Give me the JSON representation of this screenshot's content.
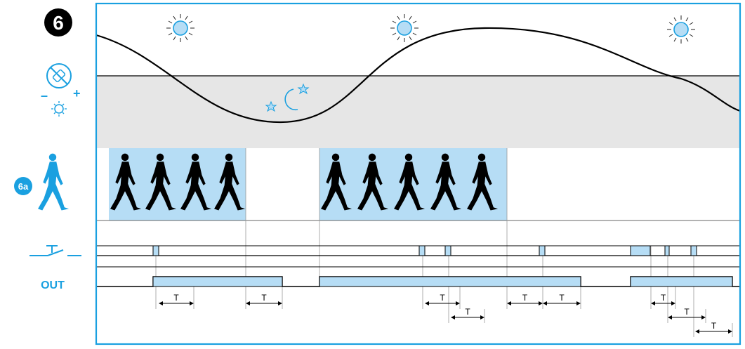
{
  "step_number": "6",
  "sub_step_label": "6a",
  "output_label": "OUT",
  "threshold_minus": "–",
  "threshold_plus": "+",
  "time_label": "T",
  "colors": {
    "frame": "#1aa0e0",
    "accent": "#1aa0e0",
    "light_fill": "#b6ddf5",
    "night_band": "#e6e6e6",
    "line": "#000000"
  },
  "icons": [
    "sun-icon",
    "moon-icon",
    "star-icon",
    "light-sensor-icon",
    "person-icon",
    "pushbutton-icon"
  ]
}
